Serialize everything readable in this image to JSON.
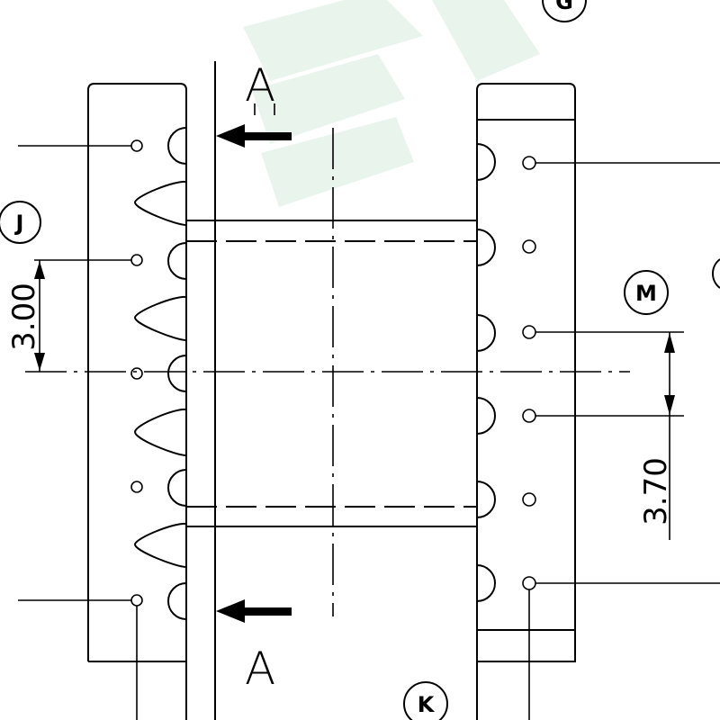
{
  "section_marks": {
    "top": "A",
    "bottom": "A"
  },
  "callouts": {
    "g": "G",
    "j": "J",
    "m": "M",
    "k": "K"
  },
  "dimensions": {
    "left_pitch": "3.00",
    "right_pitch": "3.70"
  },
  "colors": {
    "line": "#000000",
    "background": "#ffffff",
    "watermark": "#e9f5ec"
  }
}
